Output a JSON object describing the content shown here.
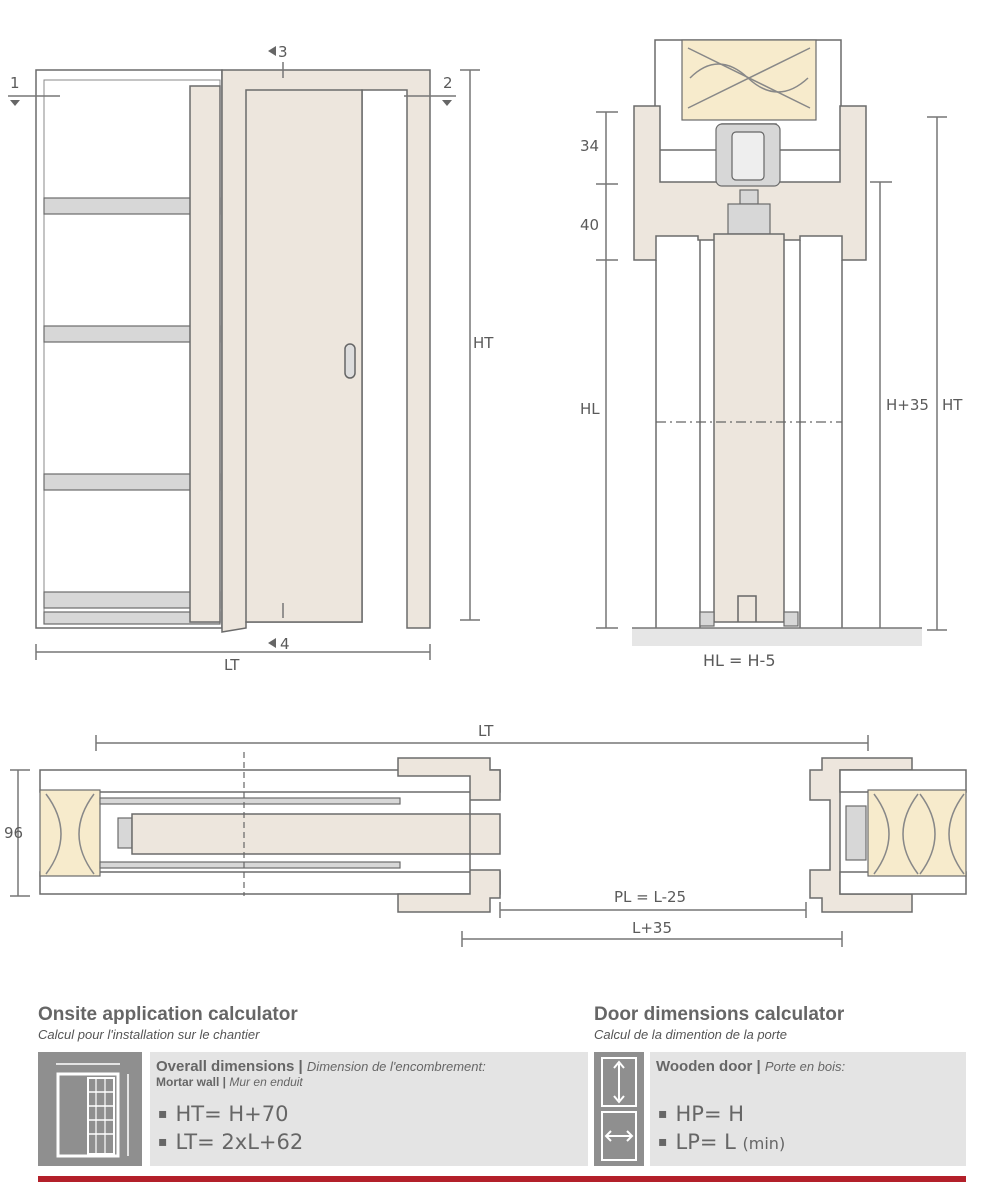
{
  "diagram": {
    "front": {
      "ht": "HT",
      "lt": "LT",
      "gap_left": "1",
      "gap_right": "2",
      "top_clear": "3",
      "bottom_clear": "4"
    },
    "section": {
      "d34": "34",
      "d40": "40",
      "hl": "HL",
      "h35": "H+35",
      "ht": "HT",
      "formula": "HL = H-5"
    },
    "plan": {
      "lt": "LT",
      "d96": "96",
      "pl": "PL = L-25",
      "l35": "L+35"
    }
  },
  "onsite": {
    "title": "Onsite application calculator",
    "subtitle": "Calcul pour l'installation sur le chantier",
    "heading": "Overall dimensions |",
    "heading_fr": "Dimension de l'encombrement:",
    "sub": "Mortar wall |",
    "sub_fr": "Mur en enduit",
    "formula1": "HT= H+70",
    "formula2": "LT= 2xL+62"
  },
  "door": {
    "title": "Door dimensions calculator",
    "subtitle": "Calcul de la dimention de la porte",
    "heading": "Wooden door |",
    "heading_fr": "Porte en bois:",
    "formula1": "HP= H",
    "formula2_main": "LP=  L",
    "formula2_small": "(min)"
  },
  "colors": {
    "accent": "#b3202a",
    "icon_bg": "#8f8f8f",
    "panel_bg": "#e4e4e4",
    "wood": "#ede6dd",
    "insulation": "#f7ebcc"
  }
}
